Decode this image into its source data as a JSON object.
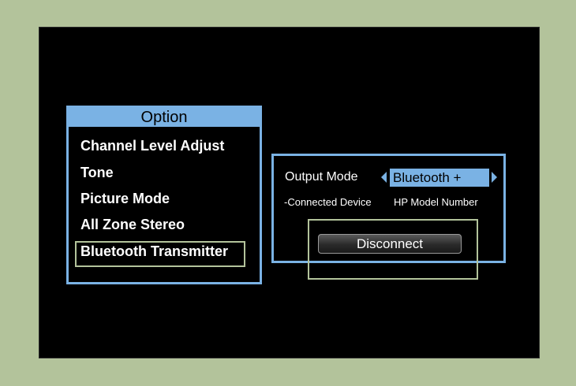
{
  "option_menu": {
    "title": "Option",
    "items": [
      {
        "label": "Channel Level Adjust"
      },
      {
        "label": "Tone"
      },
      {
        "label": "Picture Mode"
      },
      {
        "label": "All Zone Stereo"
      },
      {
        "label": "Bluetooth Transmitter",
        "selected": true
      }
    ]
  },
  "bluetooth_panel": {
    "output_mode_label": "Output Mode",
    "output_mode_value": "Bluetooth +",
    "connected_device_label": "-Connected Device",
    "connected_device_value": "HP Model Number",
    "disconnect_label": "Disconnect"
  },
  "colors": {
    "accent": "#7ab2e4",
    "background": "#000000",
    "frame": "#b3c39b",
    "highlight_border": "#b3c39b"
  }
}
